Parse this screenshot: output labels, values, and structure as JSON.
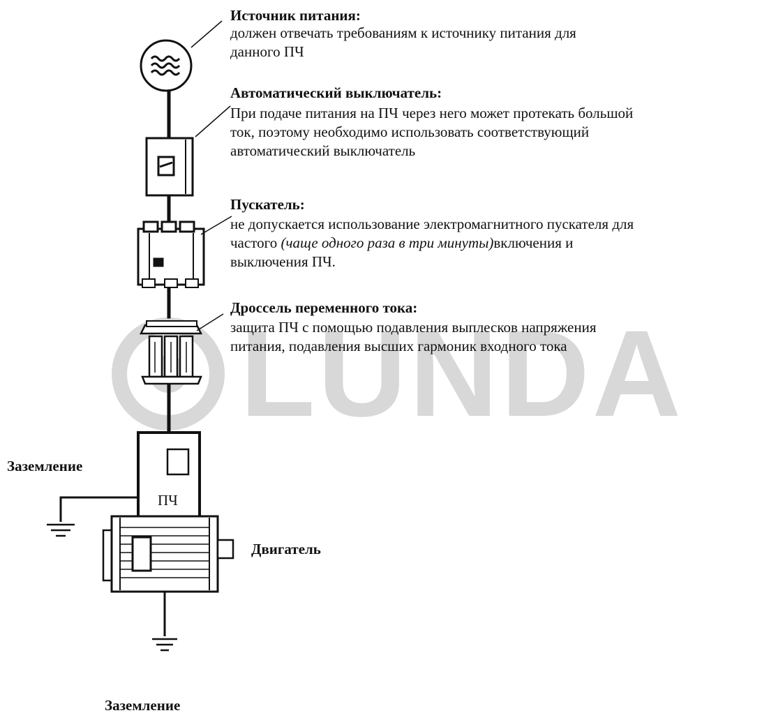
{
  "watermark": {
    "text": "LUNDA"
  },
  "power_source": {
    "title": "Источник питания:",
    "line1": "должен отвечать требованиям к источнику питания для",
    "line2": "данного ПЧ"
  },
  "breaker": {
    "title": "Автоматический выключатель:",
    "line1": "При подаче питания на ПЧ через него может протекать большой",
    "line2": "ток, поэтому необходимо использовать соответствующий",
    "line3": "автоматический выключатель"
  },
  "starter": {
    "title": "Пускатель:",
    "line1": "не допускается использование электромагнитного пускателя для",
    "line2_prefix": "частого ",
    "line2_italic": "(чаще одного раза в три минуты)",
    "line2_suffix": "включения и",
    "line3": "выключения ПЧ."
  },
  "choke": {
    "title": "Дроссель переменного тока:",
    "line1": "защита ПЧ с помощью подавления выплесков напряжения",
    "line2": "питания, подавления высших гармоник входного тока"
  },
  "inverter": {
    "label": "ПЧ"
  },
  "ground_inverter": {
    "label": "Заземление"
  },
  "motor": {
    "label": "Двигатель"
  },
  "ground_motor": {
    "label": "Заземление"
  },
  "colors": {
    "line": "#111111",
    "watermark": "#d8d8d8"
  }
}
